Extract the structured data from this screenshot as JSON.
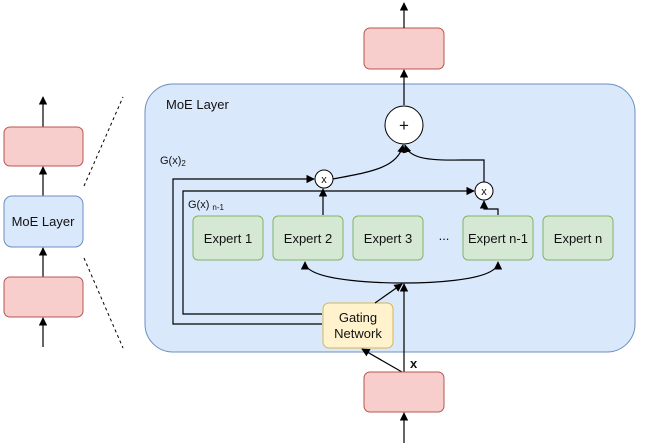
{
  "colors": {
    "pink_fill": "#f8cecc",
    "pink_stroke": "#b85450",
    "blue_fill": "#dae8fc",
    "blue_stroke": "#6c8ebf",
    "green_fill": "#d5e8d4",
    "green_stroke": "#82b366",
    "yellow_fill": "#fff2cc",
    "yellow_stroke": "#d6b656",
    "line": "#000000"
  },
  "left_block": {
    "moe_label": "MoE Layer"
  },
  "moe_panel": {
    "title": "MoE Layer",
    "sum_symbol": "+",
    "gate_mult_symbol_1": "x",
    "gate_mult_symbol_2": "x",
    "gate_label_2": "G(x)",
    "gate_label_2_sub": "2",
    "gate_label_n1": "G(x)",
    "gate_label_n1_sub": "n-1",
    "ellipsis": "...",
    "input_label": "x"
  },
  "experts": [
    {
      "label": "Expert 1"
    },
    {
      "label": "Expert 2"
    },
    {
      "label": "Expert 3"
    },
    {
      "label": "Expert n-1"
    },
    {
      "label": "Expert n"
    }
  ],
  "gating": {
    "line1": "Gating",
    "line2": "Network"
  }
}
